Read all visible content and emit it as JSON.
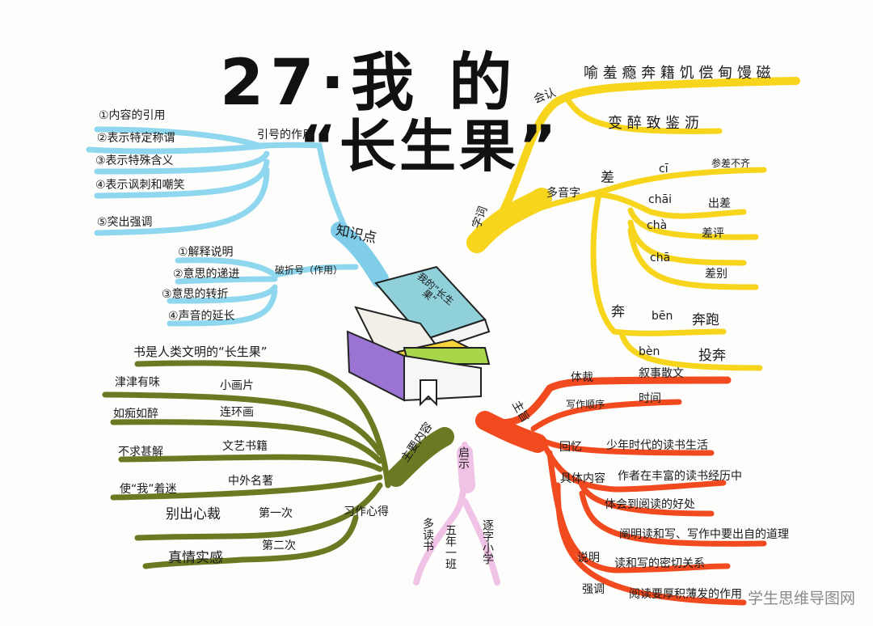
{
  "title": {
    "line1": "27·我 的",
    "line2": "“长生果”"
  },
  "colors": {
    "blue": "#8ed7ee",
    "yellow": "#f7d51c",
    "olive": "#6b7a22",
    "red": "#f24a1f",
    "pink": "#f0c3e6"
  },
  "blue": {
    "root": "知识点",
    "quote": {
      "label": "引号的作用",
      "items": [
        "①内容的引用",
        "②表示特定称谓",
        "③表示特殊含义",
        "④表示讽刺和嘲笑",
        "⑤突出强调"
      ]
    },
    "dash": {
      "label": "破折号（作用）",
      "items": [
        "①解释说明",
        "②意思的递进",
        "③意思的转折",
        "④声音的延长"
      ]
    }
  },
  "yellow": {
    "root": "字词",
    "huiren": {
      "label": "会认",
      "row1": "喻 羞 瘾 奔 籍 饥 偿 甸 馒 磁",
      "row2": "变 醉 致 鉴 沥"
    },
    "duoyin": {
      "label": "多音字",
      "cha": {
        "char": "差",
        "entries": [
          {
            "py": "cī",
            "word": "参差不齐"
          },
          {
            "py": "chāi",
            "word": "出差"
          },
          {
            "py": "chà",
            "word": "差评"
          },
          {
            "py": "chā",
            "word": "差别"
          }
        ]
      },
      "ben": {
        "char": "奔",
        "entries": [
          {
            "py": "bēn",
            "word": "奔跑"
          },
          {
            "py": "bèn",
            "word": "投奔"
          }
        ]
      }
    }
  },
  "green": {
    "root": "主要内容",
    "top": "书是人类文明的“长生果”",
    "pairs": [
      {
        "left": "津津有味",
        "right": "小画片"
      },
      {
        "left": "如痴如醉",
        "right": "连环画"
      },
      {
        "left": "不求甚解",
        "right": "文艺书籍"
      },
      {
        "left": "使“我”着迷",
        "right": "中外名著"
      }
    ],
    "writing": {
      "label": "习作心得",
      "items": [
        {
          "left": "别出心裁",
          "right": "第一次"
        },
        {
          "left": "真情实感",
          "right": "第二次"
        }
      ]
    }
  },
  "red": {
    "root": "主旨",
    "rows": [
      {
        "label": "体裁",
        "value": "叙事散文"
      },
      {
        "label": "写作顺序",
        "value": "时间"
      },
      {
        "label": "回忆",
        "value": "少年时代的读书生活"
      }
    ],
    "content": {
      "label": "具体内容",
      "items": [
        "作者在丰富的读书经历中",
        "体会到阅读的好处",
        "阐明读和写、写作中要出自的道理"
      ]
    },
    "shuoming": {
      "label": "说明",
      "value": "读和写的密切关系"
    },
    "qiangdiao": {
      "label": "强调",
      "value": "阅读要厚积薄发的作用"
    }
  },
  "pink": {
    "root": "启示",
    "items": [
      "多读书",
      "五年一班",
      "逐字小学"
    ]
  },
  "book": {
    "label": "我的“长生果”"
  },
  "watermark": "学生思维导图网"
}
